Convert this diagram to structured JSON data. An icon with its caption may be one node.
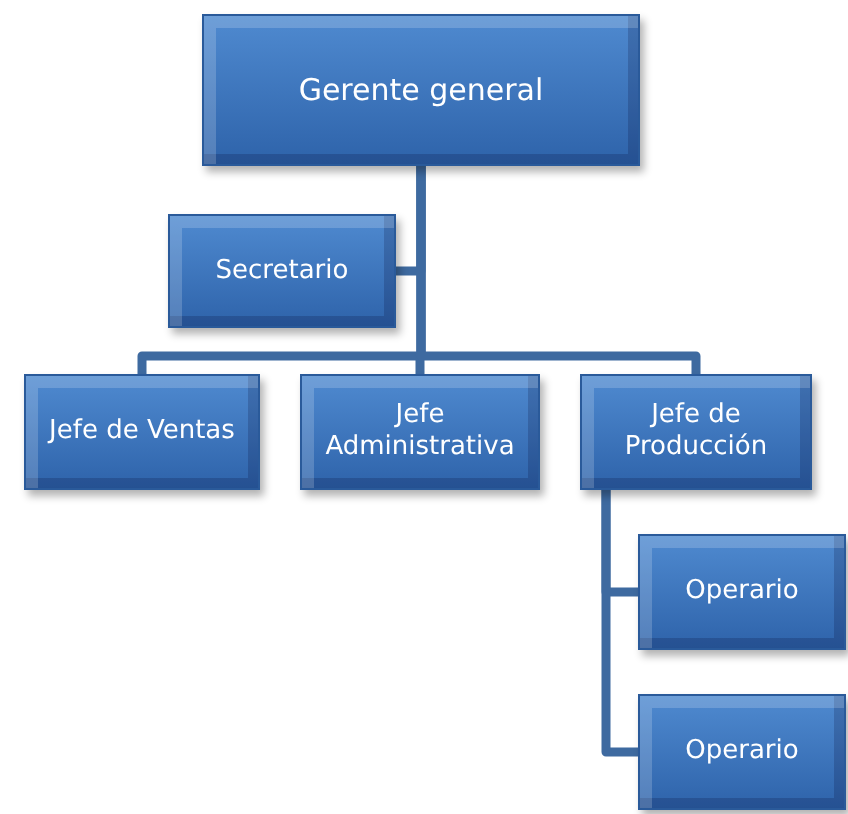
{
  "diagram": {
    "nodes": [
      {
        "text": [
          "Gerente general"
        ]
      },
      {
        "text": [
          "Secretario"
        ]
      },
      {
        "text": [
          "Jefe de Ventas"
        ]
      },
      {
        "text": [
          "Jefe Administrativa"
        ]
      },
      {
        "text": [
          "Jefe de Producción"
        ]
      },
      {
        "text": [
          "Operario"
        ]
      },
      {
        "text": [
          "Operario"
        ]
      }
    ],
    "edges": [
      {
        "from": 0,
        "to": 1,
        "arrow": "none"
      },
      {
        "from": 0,
        "to": 2,
        "arrow": "none"
      },
      {
        "from": 0,
        "to": 3,
        "arrow": "none"
      },
      {
        "from": 0,
        "to": 4,
        "arrow": "none"
      },
      {
        "from": 4,
        "to": 5,
        "arrow": "none"
      },
      {
        "from": 4,
        "to": 6,
        "arrow": "none"
      }
    ]
  }
}
